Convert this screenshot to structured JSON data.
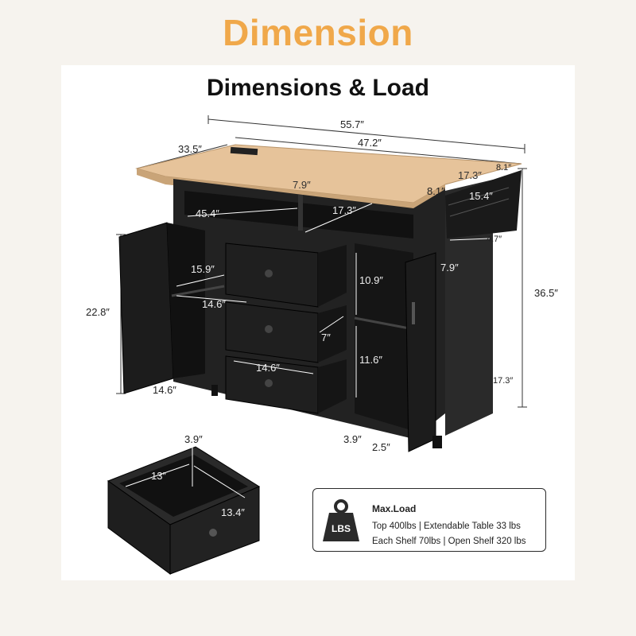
{
  "header": {
    "title": "Dimension"
  },
  "panel": {
    "subtitle": "Dimensions & Load"
  },
  "dimensions": {
    "total_width": "55.7″",
    "top_width": "47.2″",
    "depth": "33.5″",
    "extension_depth": "17.3″",
    "extension_edge": "8.1″",
    "extension_side": "8.1″",
    "extension_width": "15.4″",
    "extension_height": "4.7″",
    "open_shelf_divider": "7.9″",
    "open_shelf_left_width": "45.4″",
    "open_shelf_right_width": "17.3″",
    "cabinet_inner_depth": "15.9″",
    "drawer_width_upper": "14.6″",
    "drawer_height": "7″",
    "drawer_width_lower": "14.6″",
    "cabinet_height": "22.8″",
    "base_depth": "14.6″",
    "right_cabinet_upper": "10.9″",
    "right_cabinet_lower": "11.6″",
    "side_depth": "7.9″",
    "total_height": "36.5″",
    "side_lower_depth": "17.3″",
    "foot_height": "3.9″",
    "foot_width": "2.5″"
  },
  "drawer_detail": {
    "height": "3.9″",
    "depth": "13″",
    "width": "13.4″"
  },
  "load": {
    "icon_label": "LBS",
    "icon": "weight-icon",
    "title": "Max.Load",
    "line1": "Top 400lbs  |  Extendable Table 33 lbs",
    "line2": "Each Shelf 70lbs | Open Shelf 320 lbs"
  },
  "colors": {
    "accent": "#f0a84a",
    "wood": "#e6c39a",
    "cabinet": "#1e1e1e",
    "background": "#f6f3ee"
  }
}
